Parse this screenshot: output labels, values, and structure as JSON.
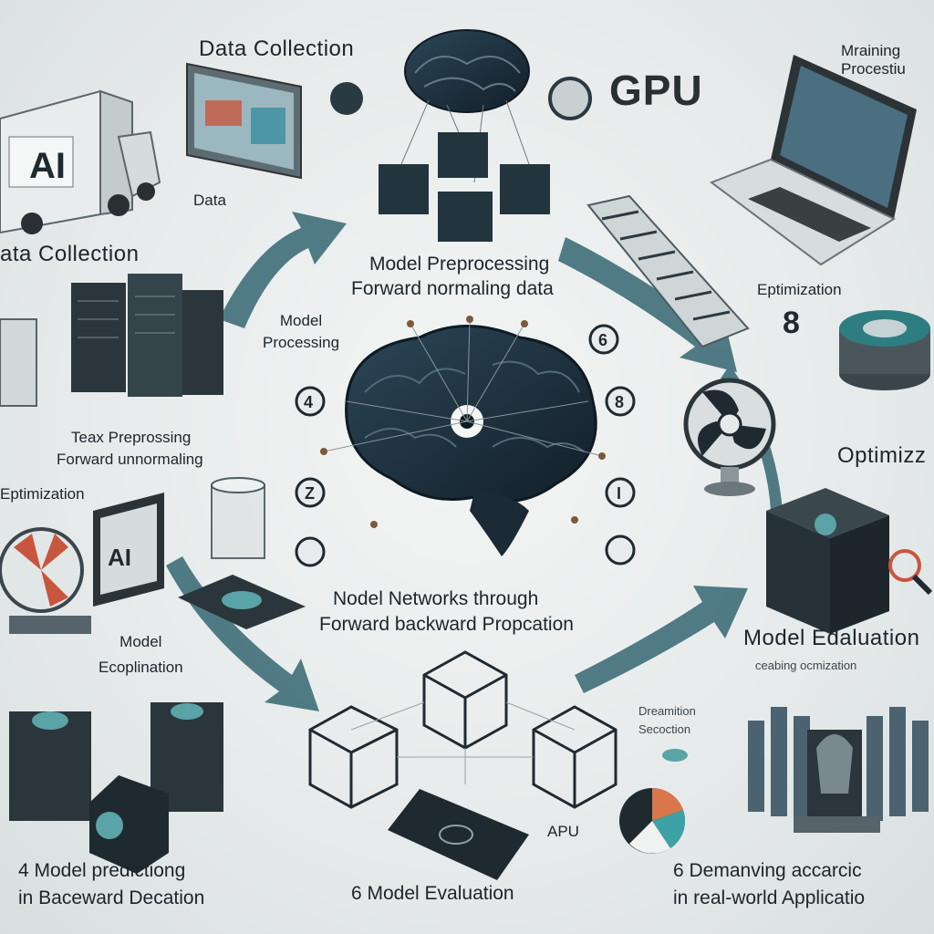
{
  "labels": {
    "top_data_collection": "Data Collection",
    "left_data_collection": "ata Collection",
    "data": "Data",
    "gpu": "GPU",
    "training_processing": "Mraining\nProcestiu",
    "model_preprocessing": "Model Preprocessing",
    "forward_normalizing": "Forward normaling data",
    "model_processing": "Model\nProcessing",
    "text_preprocessing": "Teax Preprossing",
    "forward_unnormalizing": "Forward unnormaling",
    "optimization_right_small": "Eptimization",
    "eight": "8",
    "optimization_right_big": "Optimizz",
    "optimization_left": "Eptimization",
    "model_exploration": "Model\nEcoplination",
    "model_networks": "Nodel Networks through",
    "forward_backward": "Forward backward Propcation",
    "model_evaluation_right": "Model Edaluation",
    "training_optimization": "ceabing ocmization",
    "dreamition": "Dreamition\nSecoction",
    "apu": "APU",
    "model_predicting": "4 Model predictiong\nin Baceward Decation",
    "model_evaluation_bottom": "6 Model Evaluation",
    "demanding_accuracy": "6 Demanving accarcic\nin real-world Applicatio"
  },
  "graphics": {
    "truck_text": "AI",
    "tablet_text": "AI",
    "node_left_1": "4",
    "node_left_2": "Z",
    "node_right_1": "8",
    "node_right_2": "I",
    "node_top_right": "6"
  },
  "colors": {
    "arrow": "#3f6e78",
    "dark": "#1f2f38",
    "teal": "#2e8b8f",
    "brain": "#1c2f3d"
  }
}
